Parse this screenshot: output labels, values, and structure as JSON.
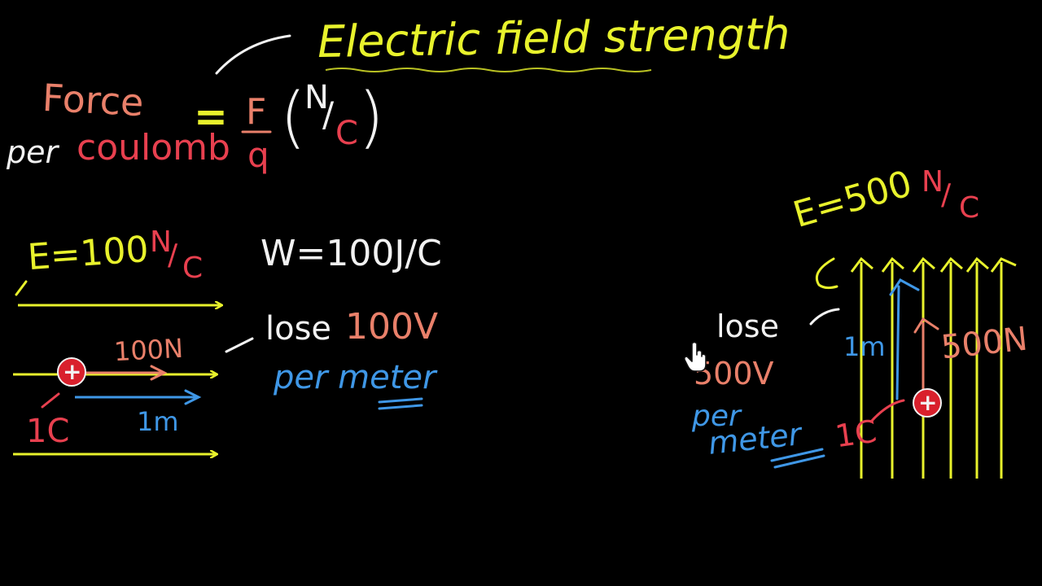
{
  "colors": {
    "background": "#000000",
    "yellow": "#e8f22c",
    "salmon": "#e9806a",
    "red": "#e8404f",
    "white": "#f2f2f2",
    "blue": "#3f97e6",
    "charge_fill": "#d9202c"
  },
  "title": "Electric field strength",
  "definition": {
    "force": "Force",
    "per": "per",
    "coulomb": "coulomb",
    "equals": "=",
    "numerator": "F",
    "denominator": "q",
    "unit_open": "(",
    "unit_n": "N",
    "unit_slash": "/",
    "unit_c": "C",
    "unit_close": ")"
  },
  "left_example": {
    "field_prefix": "E=100",
    "field_unit_n": "N",
    "field_unit_slash": "/",
    "field_unit_c": "C",
    "work": "W=100J/C",
    "lose_word": "lose",
    "lose_amount": "100V",
    "per_meter": "per meter",
    "force": "100N",
    "distance": "1m",
    "charge_label": "1C",
    "charge_symbol": "+"
  },
  "right_example": {
    "field_prefix": "E=500",
    "field_unit_n": "N",
    "field_unit_slash": "/",
    "field_unit_c": "C",
    "lose_word": "lose",
    "lose_amount": "500V",
    "per_word": "per",
    "meter_word": "meter",
    "force": "500N",
    "distance": "1m",
    "charge_label": "1C",
    "charge_symbol": "+"
  },
  "cursor": {
    "icon": "hand-pointer-icon"
  }
}
